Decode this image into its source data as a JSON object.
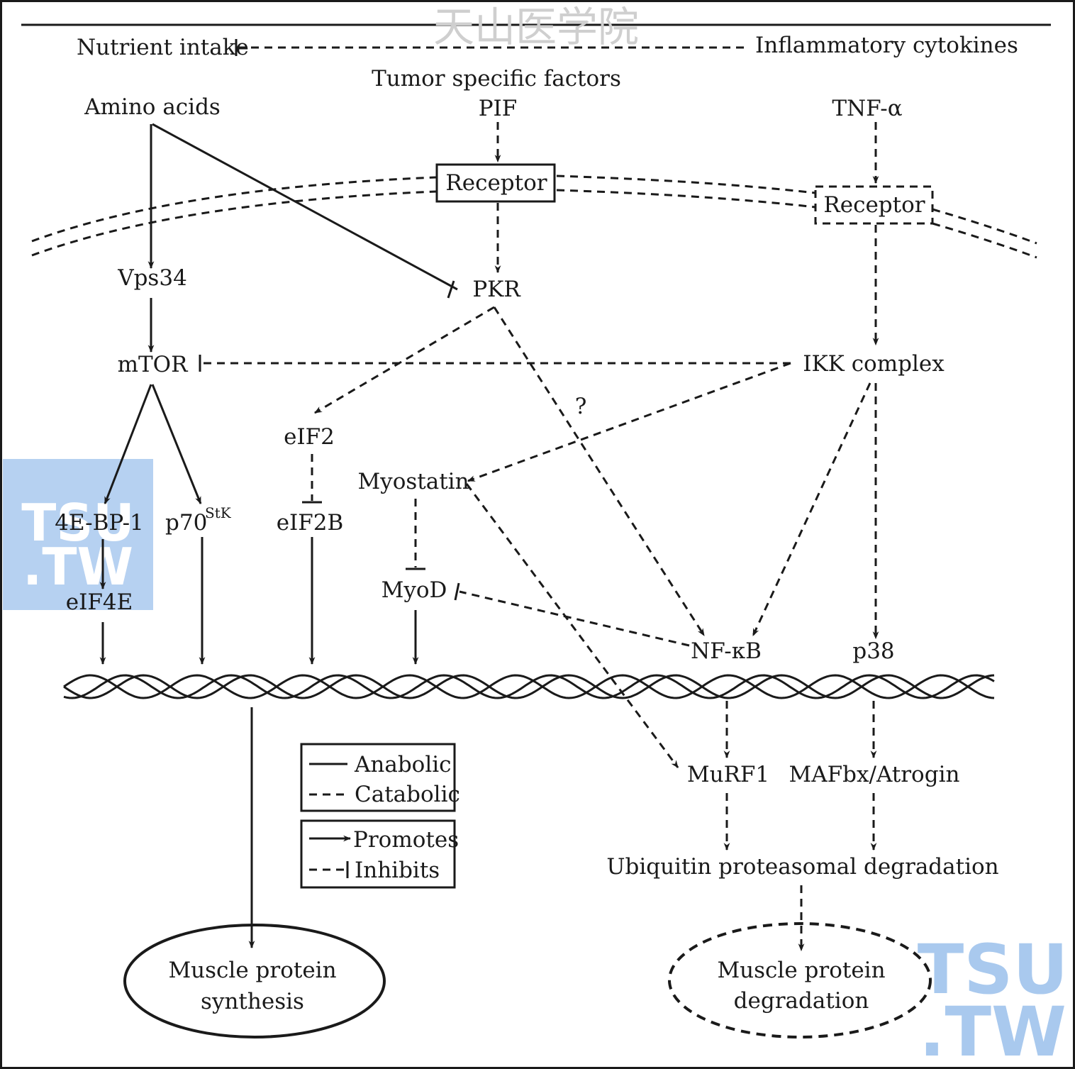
{
  "watermarks": {
    "top_chinese": "天山医学院",
    "left_tsu": "TSU",
    "left_tw": ".TW",
    "right_tsu": "TSU",
    "right_tw": ".TW"
  },
  "header": {
    "nutrient_intake": "Nutrient intake",
    "inflammatory_cytokines": "Inflammatory cytokines",
    "tumor_specific_factors": "Tumor specific factors"
  },
  "nodes": {
    "amino_acids": "Amino acids",
    "pif": "PIF",
    "tnf_alpha": "TNF-α",
    "receptor_pif": "Receptor",
    "receptor_tnf": "Receptor",
    "vps34": "Vps34",
    "pkr": "PKR",
    "mtor": "mTOR",
    "ikk_complex": "IKK complex",
    "question": "?",
    "eif2": "eIF2",
    "myostatin": "Myostatin",
    "bp1": "4E-BP-1",
    "p70": "p70",
    "p70_sup": "StK",
    "eif2b": "eIF2B",
    "eif4e": "eIF4E",
    "myod": "MyoD",
    "nfkb": "NF-κB",
    "p38": "p38",
    "murf1": "MuRF1",
    "mafbx": "MAFbx/Atrogin",
    "ubiquitin": "Ubiquitin proteasomal degradation",
    "synthesis_line1": "Muscle protein",
    "synthesis_line2": "synthesis",
    "degradation_line1": "Muscle protein",
    "degradation_line2": "degradation"
  },
  "legend": {
    "anabolic": "Anabolic",
    "catabolic": "Catabolic",
    "promotes": "Promotes",
    "inhibits": "Inhibits"
  }
}
